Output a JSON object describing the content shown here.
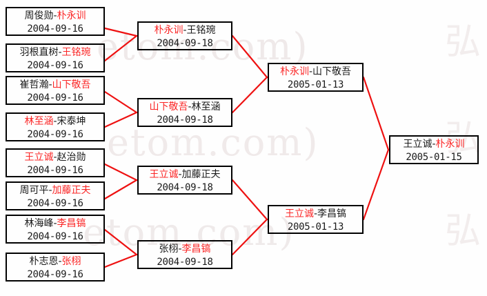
{
  "bracket": {
    "title": "Go tournament elimination bracket",
    "colors": {
      "winner": "#fb2525",
      "loser": "#1a1a1a",
      "connector": "#ee1111",
      "box_border": "#000000",
      "background": "#fefefe",
      "watermark": "#efeaea"
    },
    "watermarks": [
      {
        "text": "etom.com)",
        "id": "wm-a"
      },
      {
        "text": "etom.com)",
        "id": "wm-b"
      },
      {
        "text": "etom.com)",
        "id": "wm-c"
      },
      {
        "text": "弘",
        "id": "wm-d"
      },
      {
        "text": "弘",
        "id": "wm-e"
      },
      {
        "text": "弘",
        "id": "wm-f"
      }
    ],
    "rounds": [
      {
        "name": "round-1",
        "matches": [
          {
            "left": "周俊勋",
            "right": "朴永训",
            "winner": "right",
            "date": "2004-09-16"
          },
          {
            "left": "羽根直树",
            "right": "王铭琬",
            "winner": "right",
            "date": "2004-09-16"
          },
          {
            "left": "崔哲瀚",
            "right": "山下敬吾",
            "winner": "right",
            "date": "2004-09-16"
          },
          {
            "left": "林至涵",
            "right": "宋泰坤",
            "winner": "left",
            "date": "2004-09-16"
          },
          {
            "left": "王立诚",
            "right": "赵治勋",
            "winner": "left",
            "date": "2004-09-16"
          },
          {
            "left": "周可平",
            "right": "加藤正夫",
            "winner": "right",
            "date": "2004-09-16"
          },
          {
            "left": "林海峰",
            "right": "李昌镐",
            "winner": "right",
            "date": "2004-09-16"
          },
          {
            "left": "朴志恩",
            "right": "张栩",
            "winner": "right",
            "date": "2004-09-16"
          }
        ]
      },
      {
        "name": "round-2",
        "matches": [
          {
            "left": "朴永训",
            "right": "王铭琬",
            "winner": "left",
            "date": "2004-09-18"
          },
          {
            "left": "山下敬吾",
            "right": "林至涵",
            "winner": "left",
            "date": "2004-09-18"
          },
          {
            "left": "王立诚",
            "right": "加藤正夫",
            "winner": "left",
            "date": "2004-09-18"
          },
          {
            "left": "张栩",
            "right": "李昌镐",
            "winner": "right",
            "date": "2004-09-18"
          }
        ]
      },
      {
        "name": "semifinal",
        "matches": [
          {
            "left": "朴永训",
            "right": "山下敬吾",
            "winner": "left",
            "date": "2005-01-13"
          },
          {
            "left": "王立诚",
            "right": "李昌镐",
            "winner": "left",
            "date": "2005-01-13"
          }
        ]
      },
      {
        "name": "final",
        "matches": [
          {
            "left": "王立诚",
            "right": "朴永训",
            "winner": "right",
            "date": "2005-01-15"
          }
        ]
      }
    ]
  }
}
